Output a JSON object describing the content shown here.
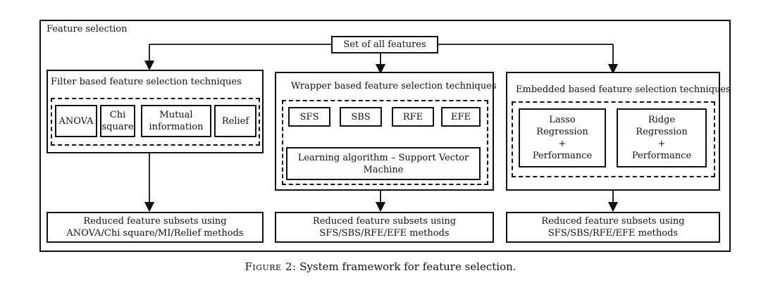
{
  "outer_label": "Feature selection",
  "root": "Set of all features",
  "filter": {
    "title": "Filter based feature selection techniques",
    "items": [
      "ANOVA",
      "Chi\nsquare",
      "Mutual\ninformation",
      "Relief"
    ],
    "result": "Reduced feature subsets using\nANOVA/Chi square/MI/Relief methods"
  },
  "wrapper": {
    "title": "Wrapper based feature selection techniques",
    "items": [
      "SFS",
      "SBS",
      "RFE",
      "EFE"
    ],
    "learner": "Learning algorithm – Support Vector\nMachine",
    "result": "Reduced feature subsets using\nSFS/SBS/RFE/EFE methods"
  },
  "embedded": {
    "title": "Embedded based feature selection techniques",
    "items": [
      "Lasso\nRegression\n+\nPerformance",
      "Ridge\nRegression\n+\nPerformance"
    ],
    "result": "Reduced feature subsets using\nSFS/SBS/RFE/EFE methods"
  },
  "caption": {
    "prefix": "Figure 2:",
    "text": " System framework for feature selection."
  }
}
